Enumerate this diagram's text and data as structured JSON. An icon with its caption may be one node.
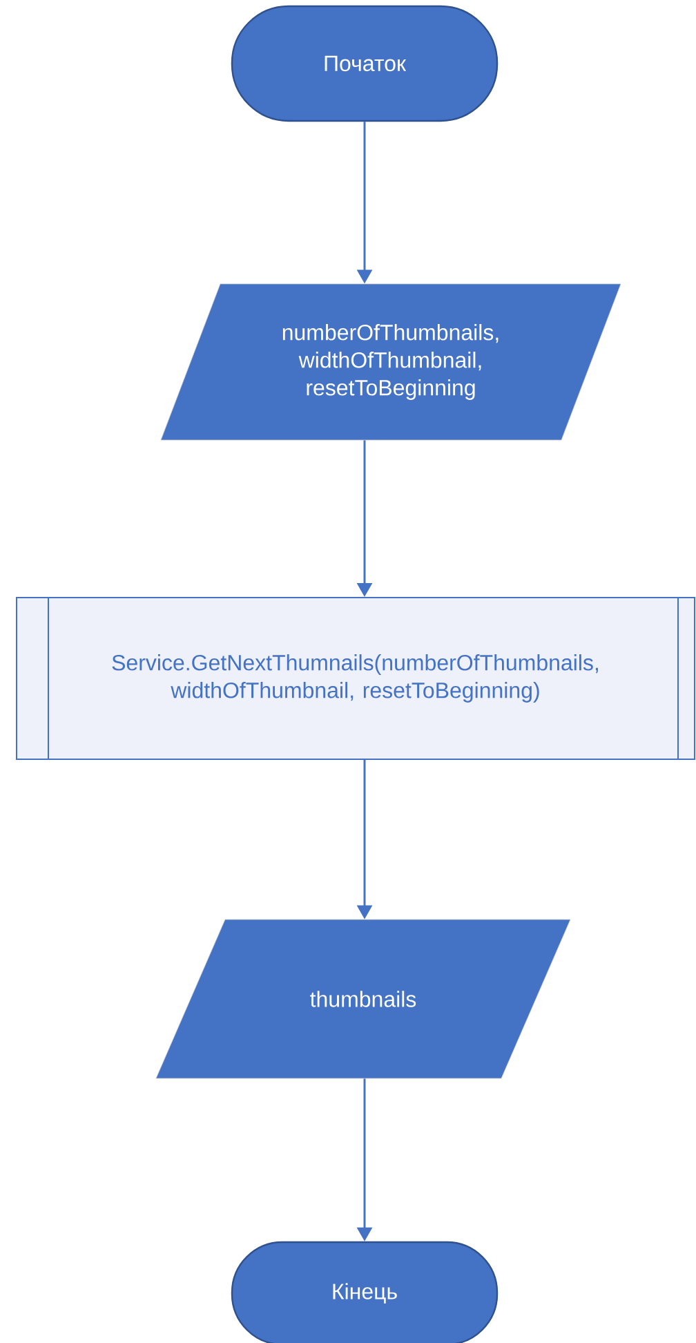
{
  "diagram": {
    "nodes": [
      {
        "text": [
          "Початок"
        ]
      },
      {
        "text": [
          "numberOfThumbnails, widthOfThumbnail, resetToBeginning"
        ]
      },
      {
        "text": [
          "Service.GetNextThumnails(numberOfThumbnails, widthOfThumbnail, resetToBeginning)"
        ]
      },
      {
        "text": [
          "thumbnails"
        ]
      },
      {
        "text": [
          "Кінець"
        ]
      }
    ],
    "edges": [
      {
        "from": 0,
        "to": 1,
        "arrow": "to"
      },
      {
        "from": 1,
        "to": 2,
        "arrow": "to"
      },
      {
        "from": 2,
        "to": 3,
        "arrow": "to"
      },
      {
        "from": 3,
        "to": 4,
        "arrow": "to"
      }
    ]
  }
}
